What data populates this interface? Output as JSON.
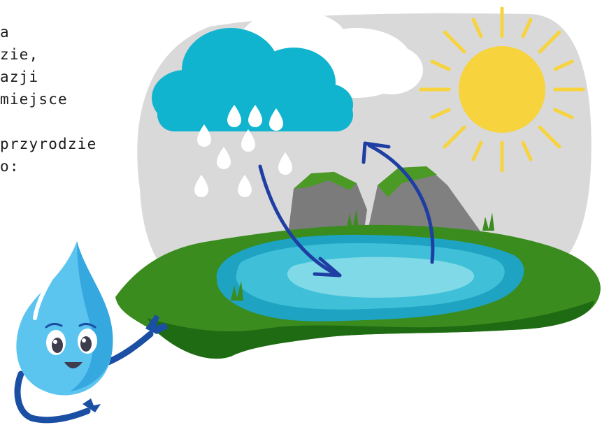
{
  "text_lines": [
    "a",
    "zie,",
    "azji",
    "miejsce",
    "przyrodzie",
    "o:"
  ],
  "illustration": {
    "colors": {
      "sky": "#d9d9d9",
      "cloud": "#11b4cf",
      "cloud_white": "#ffffff",
      "sun": "#f7d33d",
      "grass_dark": "#1f6b14",
      "grass": "#3a8c1e",
      "water_deep": "#1ea3c2",
      "water": "#3fc0d8",
      "water_light": "#7fd9e6",
      "rock": "#7b7b7b",
      "moss": "#4a9a25",
      "arrow": "#1f3ea3",
      "droplet": "#5cc5ef",
      "droplet_body": "#1b4fa3"
    },
    "icons": [
      "rain-cloud-icon",
      "sun-icon",
      "rock-icon",
      "pond-icon",
      "water-droplet-mascot-icon",
      "cycle-arrow-icon"
    ]
  }
}
